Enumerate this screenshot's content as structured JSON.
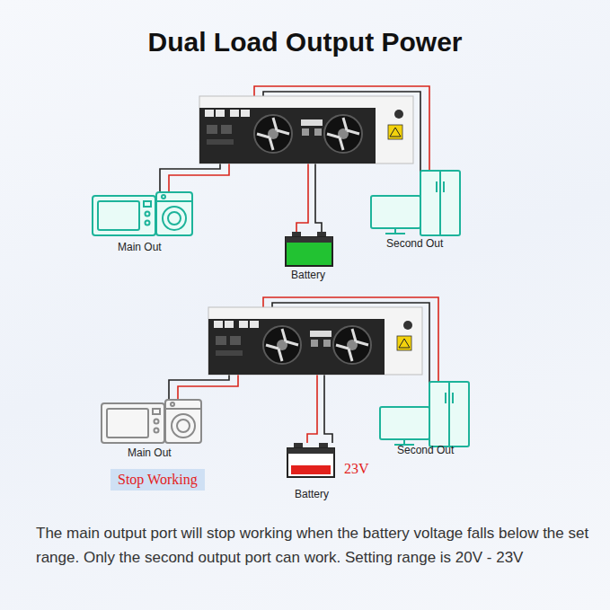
{
  "diagram": {
    "title": "Dual Load Output Power",
    "caption": "The main output port will stop working when the battery voltage falls below the set range. Only the second output port can work. Setting range is 20V - 23V",
    "nodes": [
      {
        "text": [
          "Stop Working"
        ]
      }
    ],
    "labels": [
      "Main Out",
      "Second Out",
      "Battery",
      "Main Out",
      "Second Out",
      "23V",
      "Battery"
    ]
  }
}
